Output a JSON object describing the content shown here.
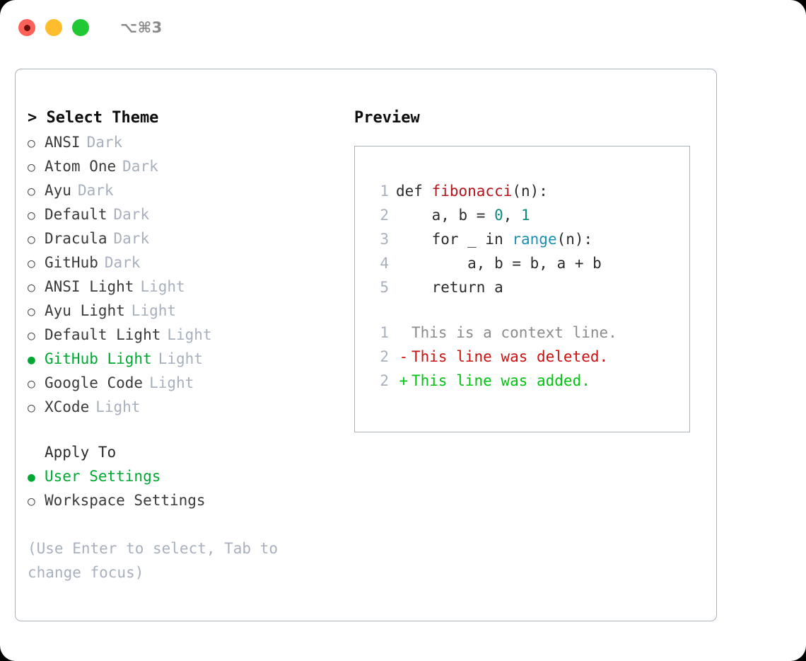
{
  "titlebar": {
    "shortcut": "⌥⌘3",
    "buttons": [
      "close",
      "minimize",
      "maximize"
    ]
  },
  "theme_list": {
    "header": "> Select Theme",
    "items": [
      {
        "label": "ANSI",
        "tag": "Dark",
        "selected": false
      },
      {
        "label": "Atom One",
        "tag": "Dark",
        "selected": false
      },
      {
        "label": "Ayu",
        "tag": "Dark",
        "selected": false
      },
      {
        "label": "Default",
        "tag": "Dark",
        "selected": false
      },
      {
        "label": "Dracula",
        "tag": "Dark",
        "selected": false
      },
      {
        "label": "GitHub",
        "tag": "Dark",
        "selected": false
      },
      {
        "label": "ANSI Light",
        "tag": "Light",
        "selected": false
      },
      {
        "label": "Ayu Light",
        "tag": "Light",
        "selected": false
      },
      {
        "label": "Default Light",
        "tag": "Light",
        "selected": false
      },
      {
        "label": "GitHub Light",
        "tag": "Light",
        "selected": true
      },
      {
        "label": "Google Code",
        "tag": "Light",
        "selected": false
      },
      {
        "label": "XCode",
        "tag": "Light",
        "selected": false
      }
    ]
  },
  "apply_to": {
    "title": "Apply To",
    "items": [
      {
        "label": "User Settings",
        "selected": true
      },
      {
        "label": "Workspace Settings",
        "selected": false
      }
    ]
  },
  "hint": "(Use Enter to select, Tab to change focus)",
  "preview": {
    "title": "Preview",
    "code_lines": [
      {
        "no": "1",
        "tokens": [
          {
            "text": "def ",
            "type": "def"
          },
          {
            "text": "fibonacci",
            "type": "fn"
          },
          {
            "text": "(n):",
            "type": "plain"
          }
        ]
      },
      {
        "no": "2",
        "tokens": [
          {
            "text": "    a, b = ",
            "type": "plain"
          },
          {
            "text": "0",
            "type": "num"
          },
          {
            "text": ", ",
            "type": "plain"
          },
          {
            "text": "1",
            "type": "num"
          }
        ]
      },
      {
        "no": "3",
        "tokens": [
          {
            "text": "    for _ in ",
            "type": "plain"
          },
          {
            "text": "range",
            "type": "builtin"
          },
          {
            "text": "(n):",
            "type": "plain"
          }
        ]
      },
      {
        "no": "4",
        "tokens": [
          {
            "text": "        a, b = b, a + b",
            "type": "plain"
          }
        ]
      },
      {
        "no": "5",
        "tokens": [
          {
            "text": "    return a",
            "type": "plain"
          }
        ]
      }
    ],
    "diff_lines": [
      {
        "no": "1",
        "marker": " ",
        "text": "This is a context line.",
        "kind": "context"
      },
      {
        "no": "2",
        "marker": "-",
        "text": "This line was deleted.",
        "kind": "del"
      },
      {
        "no": "2",
        "marker": "+",
        "text": "This line was added.",
        "kind": "add"
      }
    ]
  },
  "colors": {
    "accent_green": "#00a832",
    "diff_add": "#00c40f",
    "diff_del": "#cc1111",
    "muted": "#a8b0bd",
    "border": "#aab2c0",
    "syntax_function": "#b3131a",
    "syntax_number": "#0e8a7a",
    "syntax_builtin": "#1a8fb5"
  }
}
